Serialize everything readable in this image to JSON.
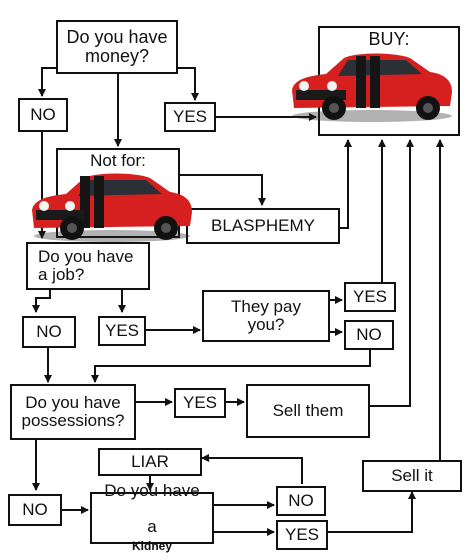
{
  "diagram": {
    "q_money": "Do you have\nmoney?",
    "no_1": "NO",
    "yes_1": "YES",
    "buy": "BUY:",
    "not_for": "Not for:",
    "blasphemy": "BLASPHEMY",
    "q_job": "Do you have\na job?",
    "no_2": "NO",
    "yes_2": "YES",
    "q_pay": "They pay\nyou?",
    "yes_3": "YES",
    "no_3": "NO",
    "q_possessions": "Do you have\npossessions?",
    "yes_4": "YES",
    "sell_them": "Sell them",
    "liar": "LIAR",
    "sell_it": "Sell it",
    "no_4": "NO",
    "q_kidney_line1": "Do you have",
    "q_kidney_a": "a",
    "q_kidney_word": "Kidney",
    "no_5": "NO",
    "yes_5": "YES"
  },
  "colors": {
    "line": "#111111",
    "car_body": "#d61f1f",
    "car_stripe": "#151515"
  },
  "icons": [
    "red-muscle-car-image",
    "red-muscle-car-image"
  ]
}
